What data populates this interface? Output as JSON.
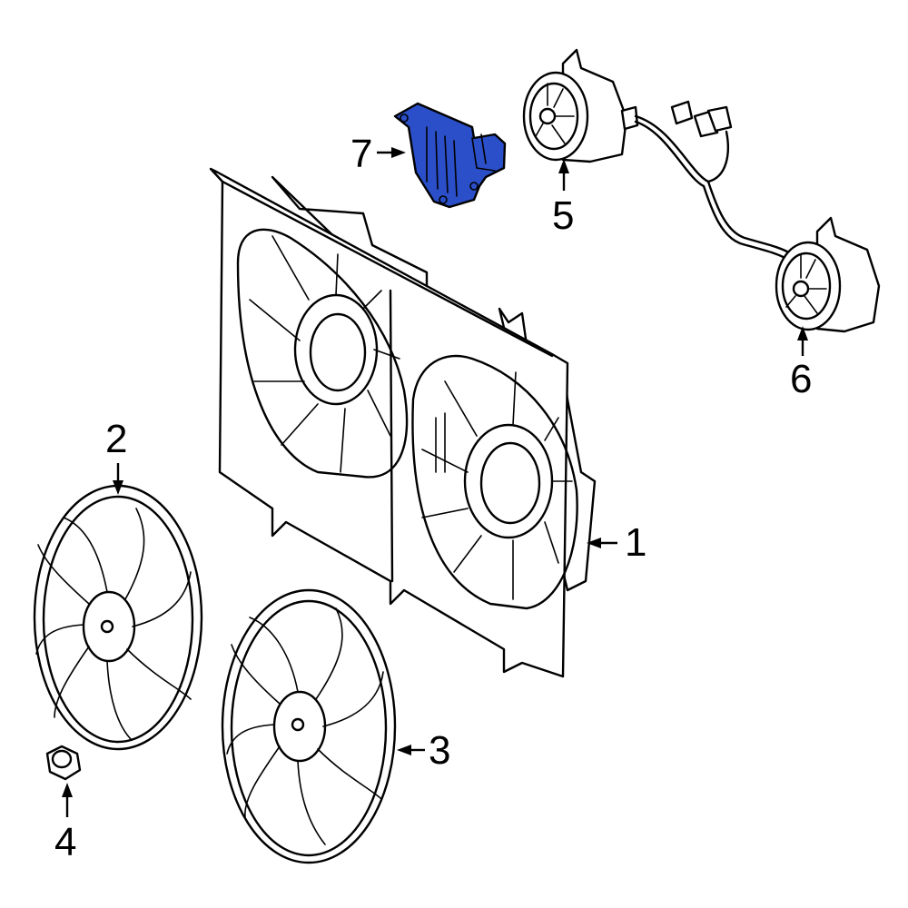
{
  "highlight_color": "#2b4fc8",
  "callouts": [
    {
      "number": "1",
      "part": "radiator-fan-shroud"
    },
    {
      "number": "2",
      "part": "fan-blade-left"
    },
    {
      "number": "3",
      "part": "fan-blade-right"
    },
    {
      "number": "4",
      "part": "fan-nut"
    },
    {
      "number": "5",
      "part": "fan-motor-upper"
    },
    {
      "number": "6",
      "part": "fan-motor-lower"
    },
    {
      "number": "7",
      "part": "fan-control-module"
    }
  ]
}
